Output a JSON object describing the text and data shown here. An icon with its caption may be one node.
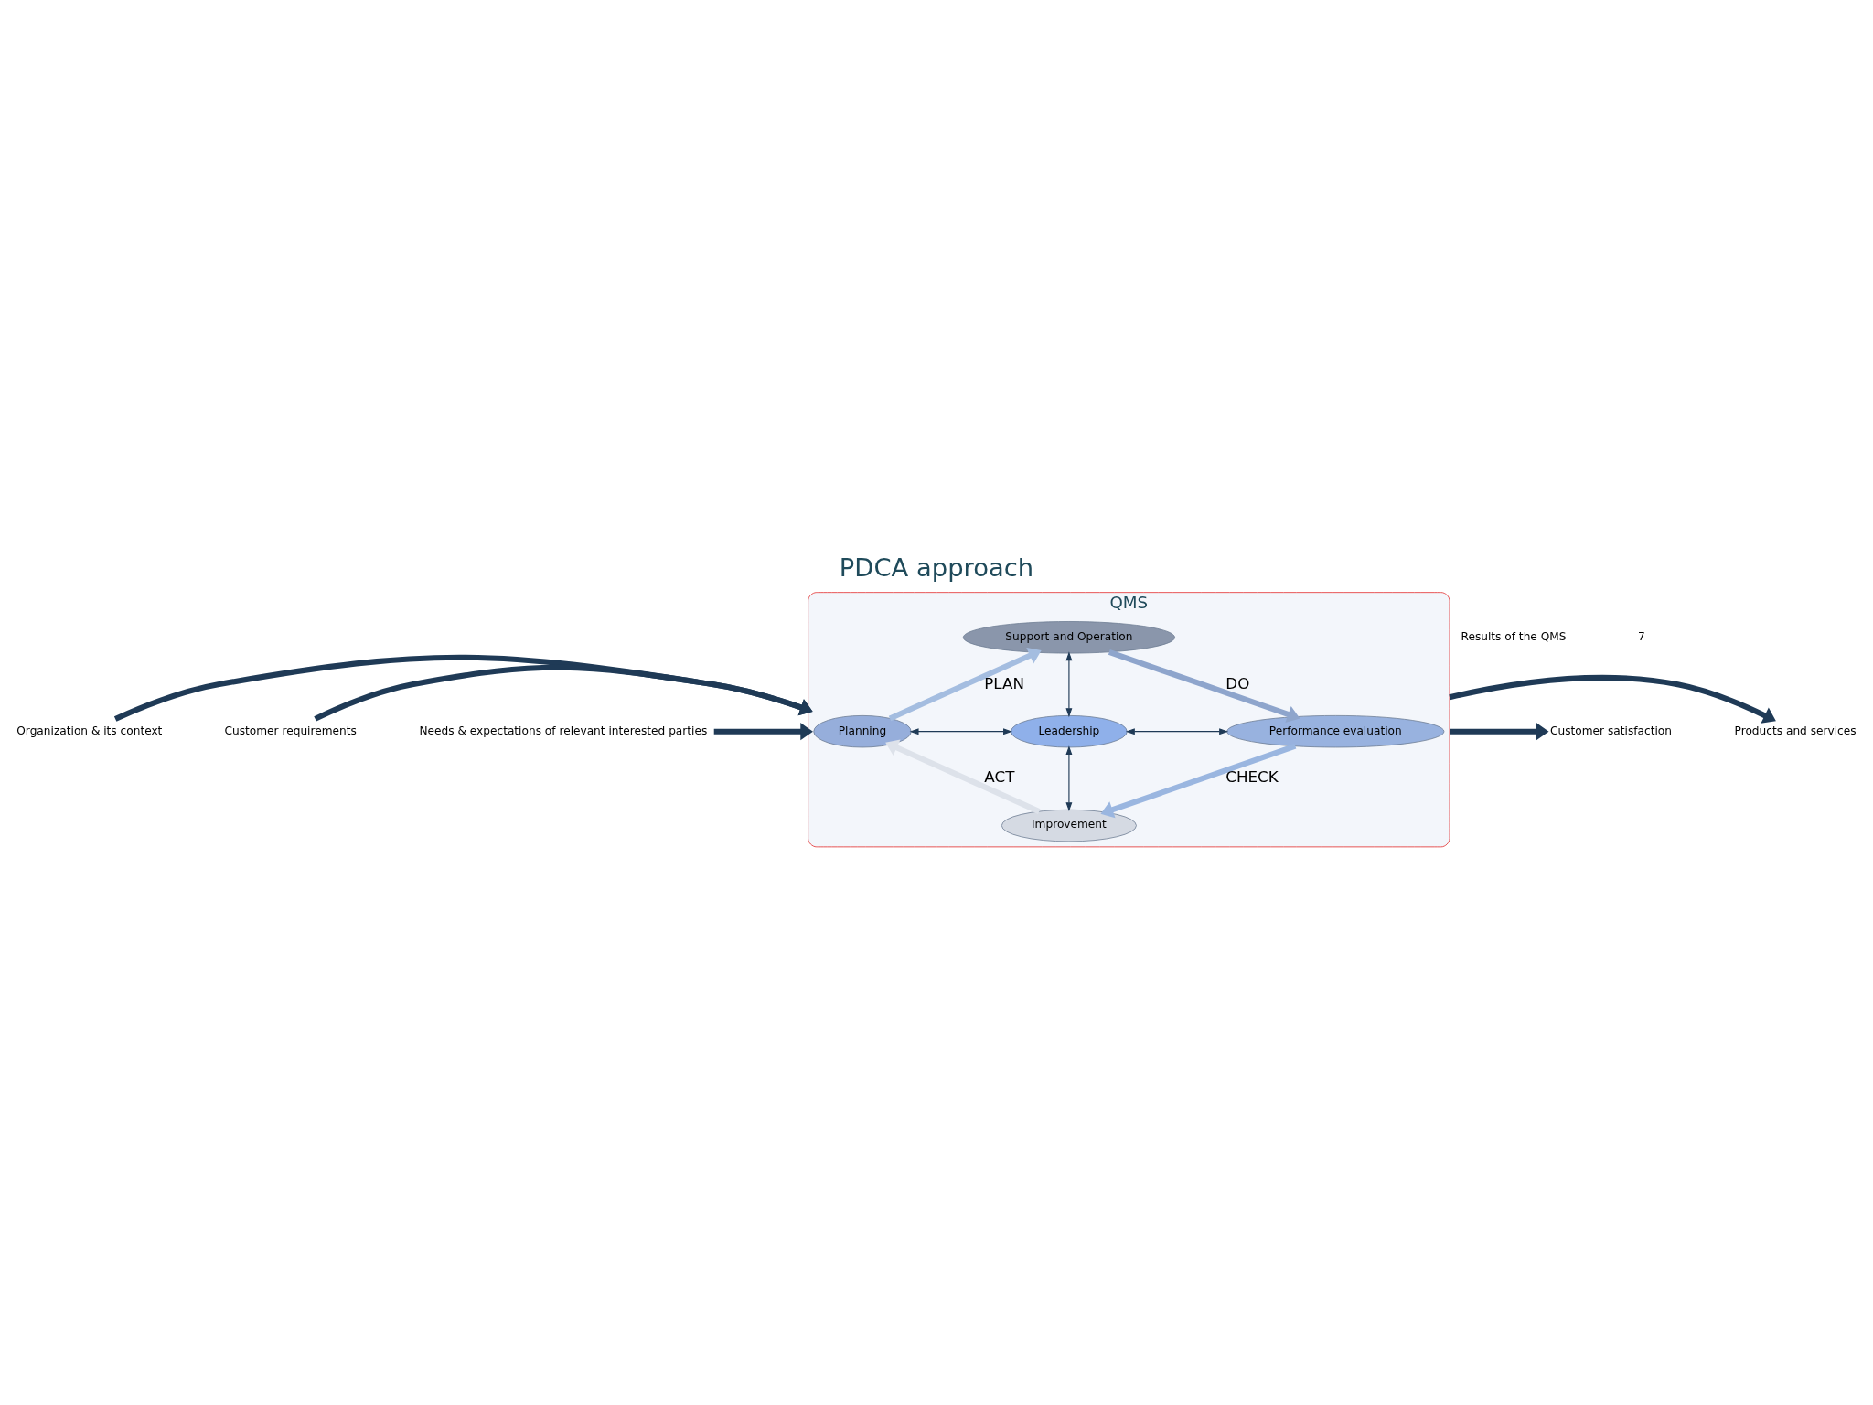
{
  "diagram": {
    "title": "PDCA approach",
    "nodes": [
      {
        "text": [
          "QMS"
        ]
      },
      {
        "text": [
          "Support and Operation"
        ],
        "in": 0
      },
      {
        "text": [
          "Planning"
        ],
        "in": 0
      },
      {
        "text": [
          "Leadership"
        ],
        "in": 0
      },
      {
        "text": [
          "Performance evaluation"
        ],
        "in": 0
      },
      {
        "text": [
          "Improvement"
        ],
        "in": 0
      },
      {
        "text": [
          "Organization & its context"
        ]
      },
      {
        "text": [
          "Customer requirements"
        ]
      },
      {
        "text": [
          "Needs & expectations of relevant interested parties"
        ]
      },
      {
        "text": [
          "Customer satisfaction"
        ]
      },
      {
        "text": [
          "Products and services"
        ]
      }
    ],
    "edges": [
      {
        "from": 6,
        "to": 0,
        "arrow": "to"
      },
      {
        "from": 7,
        "to": 0,
        "arrow": "to"
      },
      {
        "from": 8,
        "to": 0,
        "arrow": "to"
      },
      {
        "from": 2,
        "to": 1,
        "arrow": "to",
        "label": "PLAN",
        "color": "#a4bde0"
      },
      {
        "from": 1,
        "to": 4,
        "arrow": "to",
        "label": "DO",
        "color": "#8ea5cc"
      },
      {
        "from": 4,
        "to": 5,
        "arrow": "to",
        "label": "CHECK",
        "color": "#9ab6e0"
      },
      {
        "from": 5,
        "to": 2,
        "arrow": "to",
        "label": "ACT",
        "color": "#dde2ea"
      },
      {
        "from": 1,
        "to": 3,
        "arrow": "both"
      },
      {
        "from": 2,
        "to": 3,
        "arrow": "both"
      },
      {
        "from": 3,
        "to": 4,
        "arrow": "both"
      },
      {
        "from": 3,
        "to": 5,
        "arrow": "both"
      },
      {
        "from": 0,
        "to": 9,
        "arrow": "to"
      },
      {
        "from": 0,
        "to": 10,
        "arrow": "to"
      }
    ],
    "labels": [
      "Results of the QMS",
      "7"
    ]
  }
}
